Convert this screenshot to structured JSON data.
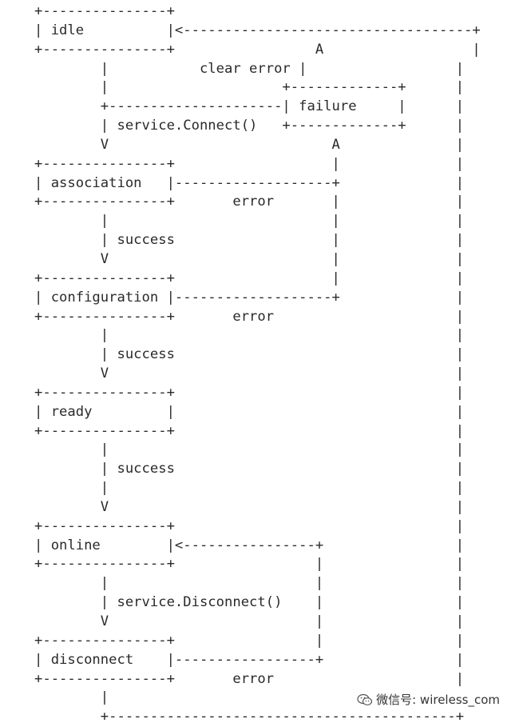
{
  "diagram": {
    "lines": [
      "+---------------+",
      "| idle          |<-----------------------------------+",
      "+---------------+                 A                  |",
      "        |           clear error |                  |",
      "        |                     +-------------+      |",
      "        +---------------------| failure     |      |",
      "        | service.Connect()   +-------------+      |",
      "        V                           A              |",
      "+---------------+                   |              |",
      "| association   |-------------------+              |",
      "+---------------+       error       |              |",
      "        |                           |              |",
      "        | success                   |              |",
      "        V                           |              |",
      "+---------------+                   |              |",
      "| configuration |-------------------+              |",
      "+---------------+       error                      |",
      "        |                                          |",
      "        | success                                  |",
      "        V                                          |",
      "+---------------+                                  |",
      "| ready         |                                  |",
      "+---------------+                                  |",
      "        |                                          |",
      "        | success                                  |",
      "        |                                          |",
      "        V                                          |",
      "+---------------+                                  |",
      "| online        |<----------------+                |",
      "+---------------+                 |                |",
      "        |                         |                |",
      "        | service.Disconnect()    |                |",
      "        V                         |                |",
      "+---------------+                 |                |",
      "| disconnect    |-----------------+                |",
      "+---------------+       error                      |",
      "        |                                          |",
      "        +------------------------------------------+"
    ]
  },
  "watermark": {
    "text": "微信号: wireless_com",
    "icon": "wechat-icon"
  }
}
